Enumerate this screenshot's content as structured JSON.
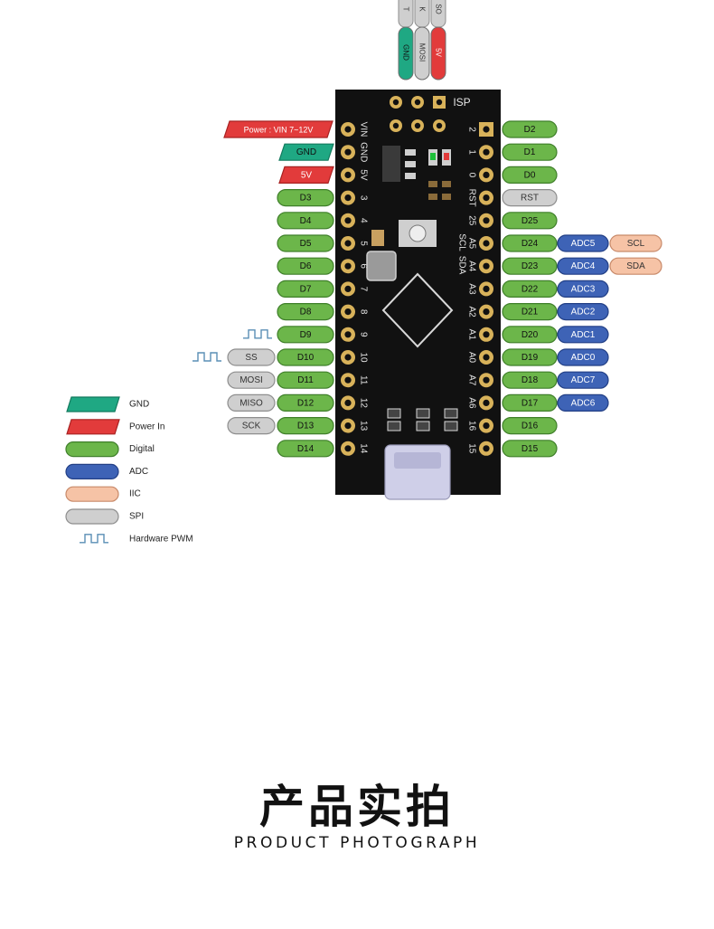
{
  "colors": {
    "gnd": "#1fa883",
    "power": "#e23b3b",
    "digital": "#6cb64a",
    "adc": "#3e63b6",
    "iic": "#f6c3a6",
    "spi": "#cfcfcf",
    "pwm": "#5a8fb5",
    "board": "#111111"
  },
  "header_wires": {
    "top": [
      "T",
      "K",
      "SO"
    ],
    "bottom": [
      "GND",
      "MOSI",
      "5V"
    ]
  },
  "board": {
    "isp_label": "ISP",
    "left_numbers": [
      "VIN",
      "GND",
      "5V",
      "3",
      "4",
      "5",
      "6",
      "7",
      "8",
      "9",
      "10",
      "11",
      "12",
      "13",
      "14"
    ],
    "right_numbers": [
      "2",
      "1",
      "0",
      "RST",
      "25",
      "A5",
      "A4",
      "A3",
      "A2",
      "A1",
      "A0",
      "A7",
      "A6",
      "16",
      "15"
    ],
    "scl_label": "SCL",
    "sda_label": "SDA"
  },
  "left_pins": [
    {
      "label": "Power : VIN  7~12V",
      "kind": "power"
    },
    {
      "label": "GND",
      "kind": "gnd"
    },
    {
      "label": "5V",
      "kind": "power"
    },
    {
      "label": "D3",
      "kind": "digital"
    },
    {
      "label": "D4",
      "kind": "digital"
    },
    {
      "label": "D5",
      "kind": "digital"
    },
    {
      "label": "D6",
      "kind": "digital"
    },
    {
      "label": "D7",
      "kind": "digital"
    },
    {
      "label": "D8",
      "kind": "digital"
    },
    {
      "label": "D9",
      "kind": "digital",
      "pwm": true
    },
    {
      "label": "D10",
      "kind": "digital",
      "spi": "SS",
      "pwm": true
    },
    {
      "label": "D11",
      "kind": "digital",
      "spi": "MOSI"
    },
    {
      "label": "D12",
      "kind": "digital",
      "spi": "MISO"
    },
    {
      "label": "D13",
      "kind": "digital",
      "spi": "SCK"
    },
    {
      "label": "D14",
      "kind": "digital"
    }
  ],
  "right_pins": [
    {
      "label": "D2",
      "kind": "digital"
    },
    {
      "label": "D1",
      "kind": "digital"
    },
    {
      "label": "D0",
      "kind": "digital"
    },
    {
      "label": "RST",
      "kind": "spi"
    },
    {
      "label": "D25",
      "kind": "digital"
    },
    {
      "label": "D24",
      "kind": "digital",
      "adc": "ADC5",
      "iic": "SCL"
    },
    {
      "label": "D23",
      "kind": "digital",
      "adc": "ADC4",
      "iic": "SDA"
    },
    {
      "label": "D22",
      "kind": "digital",
      "adc": "ADC3"
    },
    {
      "label": "D21",
      "kind": "digital",
      "adc": "ADC2"
    },
    {
      "label": "D20",
      "kind": "digital",
      "adc": "ADC1"
    },
    {
      "label": "D19",
      "kind": "digital",
      "adc": "ADC0"
    },
    {
      "label": "D18",
      "kind": "digital",
      "adc": "ADC7"
    },
    {
      "label": "D17",
      "kind": "digital",
      "adc": "ADC6"
    },
    {
      "label": "D16",
      "kind": "digital"
    },
    {
      "label": "D15",
      "kind": "digital"
    }
  ],
  "legend": [
    {
      "label": "GND",
      "kind": "gnd"
    },
    {
      "label": "Power In",
      "kind": "power"
    },
    {
      "label": "Digital",
      "kind": "digital"
    },
    {
      "label": "ADC",
      "kind": "adc"
    },
    {
      "label": "IIC",
      "kind": "iic"
    },
    {
      "label": "SPI",
      "kind": "spi"
    },
    {
      "label": "Hardware PWM",
      "kind": "pwm"
    }
  ],
  "section": {
    "title": "产品实拍",
    "subtitle": "PRODUCT PHOTOGRAPH"
  }
}
